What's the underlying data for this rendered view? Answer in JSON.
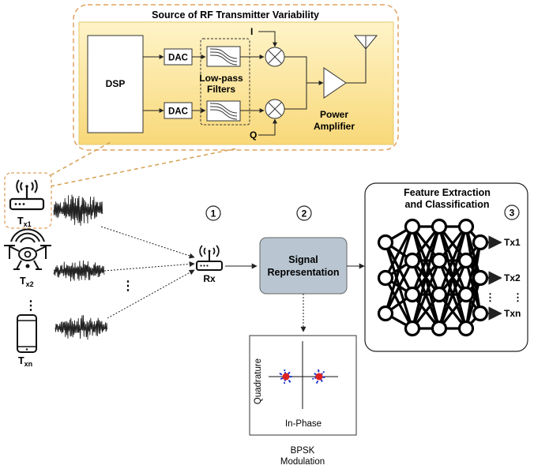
{
  "source_box": {
    "title": "Source of RF Transmitter Variability",
    "dsp_label": "DSP",
    "dac_top": "DAC",
    "dac_bottom": "DAC",
    "lpf_label_line1": "Low-pass",
    "lpf_label_line2": "Filters",
    "i_label": "I",
    "q_label": "Q",
    "pa_label_line1": "Power",
    "pa_label_line2": "Amplifier"
  },
  "transmitters": {
    "tx1": {
      "main": "T",
      "sub": "x1"
    },
    "tx2": {
      "main": "T",
      "sub": "x2"
    },
    "txn": {
      "main": "T",
      "sub": "xn"
    },
    "ellipsis": "⋮"
  },
  "receiver": {
    "label": "Rx"
  },
  "steps": {
    "one": "1",
    "two": "2",
    "three": "3"
  },
  "signal_box": {
    "line1": "Signal",
    "line2": "Representation"
  },
  "constellation": {
    "ylabel": "Quadrature",
    "xlabel": "In-Phase",
    "caption_line1": "BPSK",
    "caption_line2": "Modulation"
  },
  "feature_box": {
    "title_line1": "Feature Extraction",
    "title_line2": "and Classification",
    "outputs": [
      "Tx1",
      "Tx2",
      "Txn"
    ]
  },
  "colors": {
    "source_fill": "#fde8a2",
    "source_border": "#e0a060",
    "accent_orange": "#d4a050",
    "signal_fill": "#b9c6d2",
    "network": "#000000",
    "point_red": "#dd2222",
    "point_blue": "#2233cc"
  }
}
